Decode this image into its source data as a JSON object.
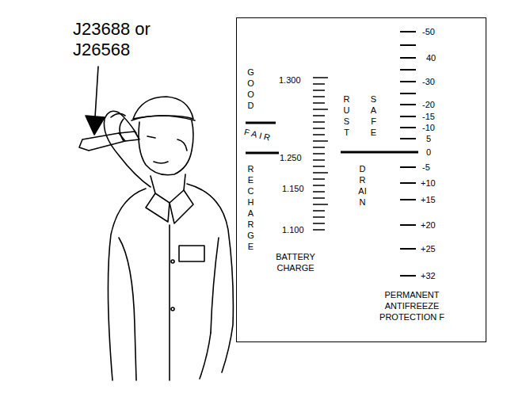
{
  "diagram": {
    "nodes": [
      {
        "text": [
          "BATTERY CHARGE",
          "PERMANENT ANTIFREEZE PROTECTION F"
        ]
      }
    ],
    "labels": [
      "J23688 or J26568",
      "GOOD",
      "FAIR",
      "RECHARGE",
      "1.300",
      "1.250",
      "1.150",
      "1.100",
      "RUST",
      "DRAIN",
      "SAFE",
      "-50",
      "40",
      "-30",
      "-20",
      "-15",
      "-10",
      "5",
      "0",
      "-5",
      "+10",
      "+15",
      "+20",
      "+25",
      "+32"
    ]
  }
}
